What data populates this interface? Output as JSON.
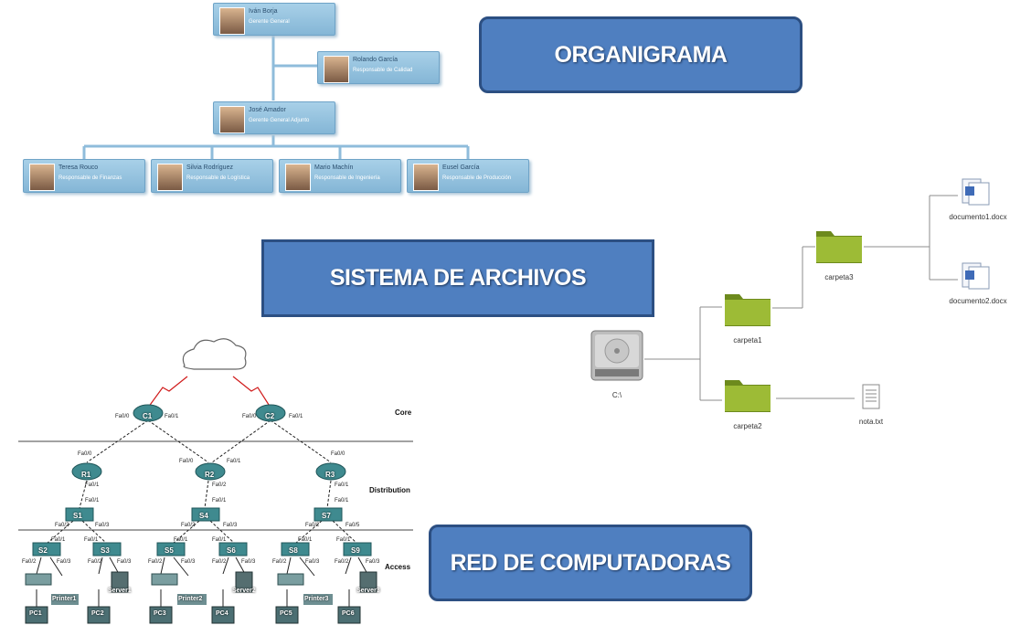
{
  "titles": {
    "org": "ORGANIGRAMA",
    "fs": "SISTEMA DE ARCHIVOS",
    "net": "RED DE COMPUTADORAS"
  },
  "org": {
    "ceo": {
      "name": "Iván Borja",
      "role": "Gerente General"
    },
    "quality": {
      "name": "Rolando García",
      "role": "Responsable de Calidad"
    },
    "deputy": {
      "name": "José Amador",
      "role": "Gerente General Adjunto"
    },
    "staff": [
      {
        "name": "Teresa Rouco",
        "role": "Responsable de Finanzas"
      },
      {
        "name": "Silvia Rodríguez",
        "role": "Responsable de Logística"
      },
      {
        "name": "Mario Machín",
        "role": "Responsable de Ingeniería"
      },
      {
        "name": "Eusel García",
        "role": "Responsable de Producción"
      }
    ]
  },
  "fs": {
    "drive": "C:\\",
    "folder1": "carpeta1",
    "folder2": "carpeta2",
    "folder3": "carpeta3",
    "doc1": "documento1.docx",
    "doc2": "documento2.docx",
    "note": "nota.txt"
  },
  "net": {
    "layers": {
      "core": "Core",
      "distribution": "Distribution",
      "access": "Access"
    },
    "routers": [
      "C1",
      "C2",
      "R1",
      "R2",
      "R3"
    ],
    "switches": [
      "S1",
      "S4",
      "S7",
      "S2",
      "S3",
      "S5",
      "S6",
      "S8",
      "S9"
    ],
    "printers": [
      "Printer1",
      "Printer2",
      "Printer3"
    ],
    "servers": [
      "Server1",
      "Server2",
      "Server3"
    ],
    "pcs": [
      "PC1",
      "PC2",
      "PC3",
      "PC4",
      "PC5",
      "PC6"
    ],
    "ports": {
      "c1_left": "Fa0/0",
      "c1_right": "Fa0/1",
      "c2_left": "Fa0/0",
      "c2_right": "Fa0/1",
      "r1_top": "Fa0/0",
      "r1_bottom": "Fa0/1",
      "r2_top": "Fa0/0",
      "r2_top2": "Fa0/1",
      "r2_bottom": "Fa0/2",
      "r3_top": "Fa0/0",
      "r3_bottom": "Fa0/1",
      "s1_top": "Fa0/1",
      "s1_left": "Fa0/2",
      "s1_right": "Fa0/3",
      "s4_top": "Fa0/1",
      "s4_left": "Fa0/2",
      "s4_right": "Fa0/3",
      "s7_top": "Fa0/1",
      "s7_left": "Fa0/2",
      "s7_right": "Fa0/5",
      "s2_top": "Fa0/1",
      "s2_a": "Fa0/2",
      "s2_b": "Fa0/3",
      "s3_top": "Fa0/1",
      "s3_a": "Fa0/2",
      "s3_b": "Fa0/3",
      "s5_top": "Fa0/1",
      "s5_a": "Fa0/2",
      "s5_b": "Fa0/3",
      "s6_top": "Fa0/1",
      "s6_a": "Fa0/2",
      "s6_b": "Fa0/3",
      "s8_top": "Fa0/1",
      "s8_a": "Fa0/2",
      "s8_b": "Fa0/3",
      "s9_top": "Fa0/1",
      "s9_a": "Fa0/2",
      "s9_b": "Fa0/3"
    }
  },
  "colors": {
    "title_fill": "#4f7fc0",
    "title_border": "#2c4f82",
    "org_card": "#95c3e0",
    "folder": "#8aa52c",
    "device": "#3f8a8f"
  }
}
